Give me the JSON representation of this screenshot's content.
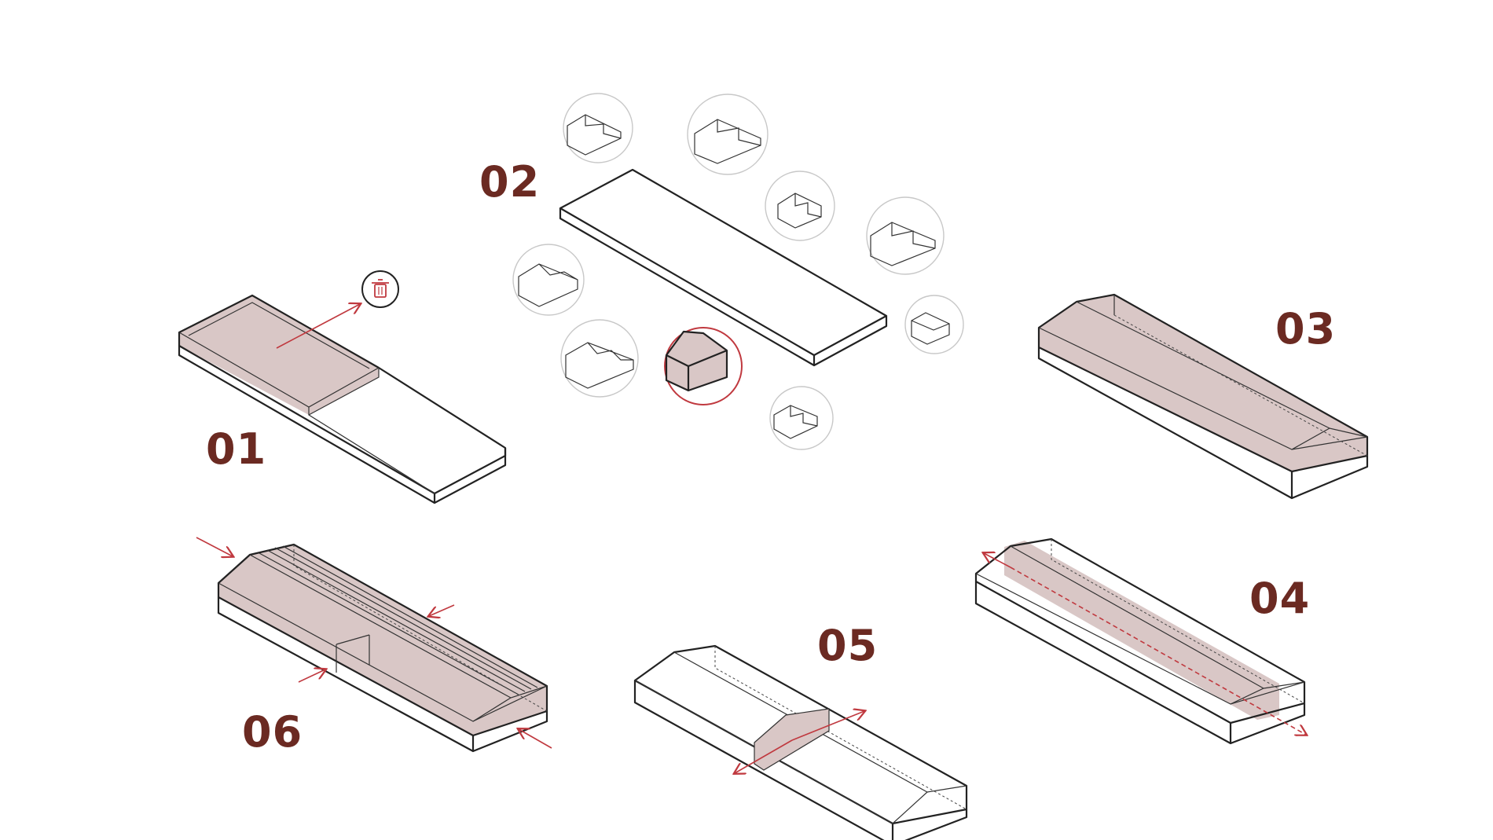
{
  "colors": {
    "accent": "#6b2a22",
    "shade": "#d9c7c6",
    "arrow": "#c0393f",
    "selected_ring": "#c0393f"
  },
  "steps": [
    {
      "label": "01"
    },
    {
      "label": "02"
    },
    {
      "label": "03"
    },
    {
      "label": "04"
    },
    {
      "label": "05"
    },
    {
      "label": "06"
    }
  ],
  "icons": {
    "remove": "trash-icon",
    "profiles": "roof-profile-icon",
    "selected_profile": "gable-profile-icon"
  }
}
